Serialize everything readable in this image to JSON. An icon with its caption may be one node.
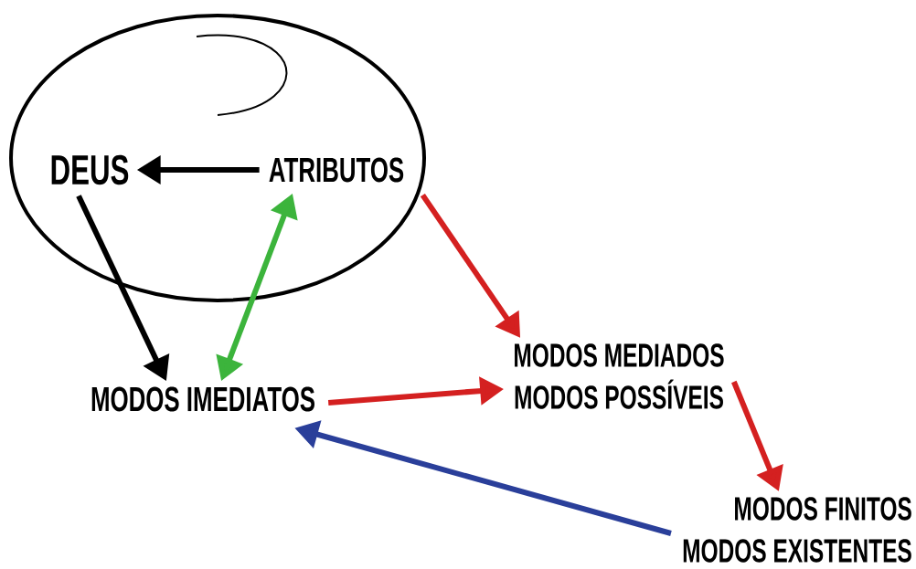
{
  "diagram": {
    "nodes": [
      {
        "text": [],
        "shape": "ellipse"
      },
      {
        "text": [
          "DEUS"
        ],
        "in": 0
      },
      {
        "text": [
          "ATRIBUTOS"
        ],
        "in": 0
      },
      {
        "text": [
          "MODOS IMEDIATOS"
        ]
      },
      {
        "text": [
          "MODOS MEDIADOS",
          "MODOS POSSÍVEIS"
        ]
      },
      {
        "text": [
          "MODOS FINITOS",
          "MODOS EXISTENTES"
        ]
      }
    ],
    "edges": [
      {
        "from": 2,
        "to": 1,
        "arrow": "to",
        "color": "#000000"
      },
      {
        "from": 1,
        "to": 3,
        "arrow": "to",
        "color": "#000000"
      },
      {
        "from": 2,
        "to": 3,
        "arrow": "both",
        "color": "#3cb43c"
      },
      {
        "from": 2,
        "to": 4,
        "arrow": "to",
        "color": "#d42020"
      },
      {
        "from": 3,
        "to": 4,
        "arrow": "to",
        "color": "#d42020"
      },
      {
        "from": 4,
        "to": 5,
        "arrow": "to",
        "color": "#d42020"
      },
      {
        "from": 5,
        "to": 3,
        "arrow": "to",
        "color": "#2a3f9a"
      }
    ]
  }
}
